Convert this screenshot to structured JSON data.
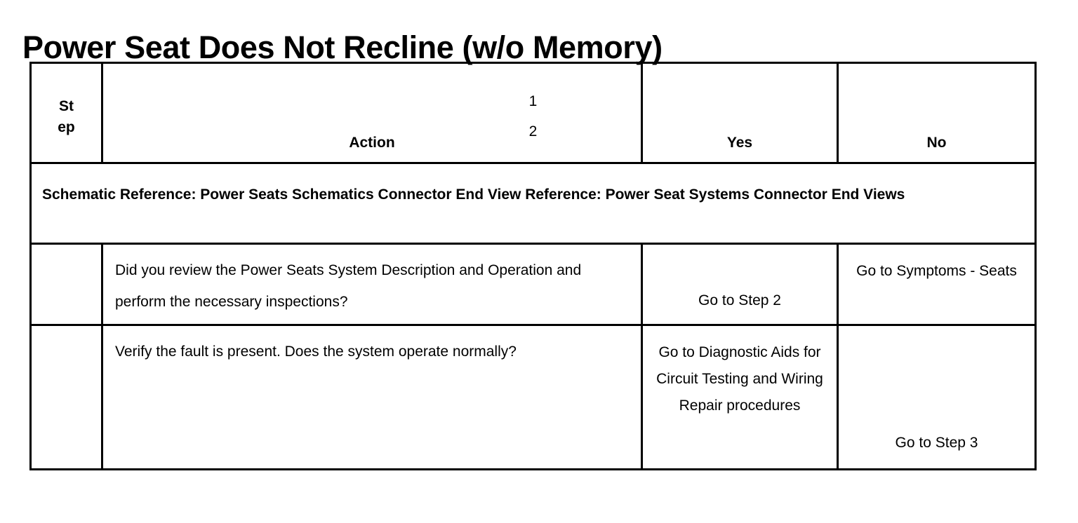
{
  "document": {
    "title": "Power Seat Does Not Recline (w/o Memory)"
  },
  "table": {
    "headers": {
      "step": "St\nep",
      "action": "Action",
      "yes": "Yes",
      "no": "No"
    },
    "schematic_reference": "Schematic Reference: Power Seats Schematics Connector End View Reference: Power Seat Systems Connector End Views",
    "rows": [
      {
        "step": "1",
        "action": "Did you review the Power Seats System Description and Operation and perform the necessary inspections?",
        "yes": "Go to Step 2",
        "no": "Go to Symptoms - Seats"
      },
      {
        "step": "2",
        "action": "Verify the fault is present. Does the system operate normally?",
        "yes": "Go to Diagnostic Aids for Circuit Testing and Wiring Repair procedures",
        "no": "Go to Step 3"
      }
    ]
  },
  "style": {
    "border_color": "#000000",
    "text_color": "#000000",
    "background": "#ffffff"
  }
}
